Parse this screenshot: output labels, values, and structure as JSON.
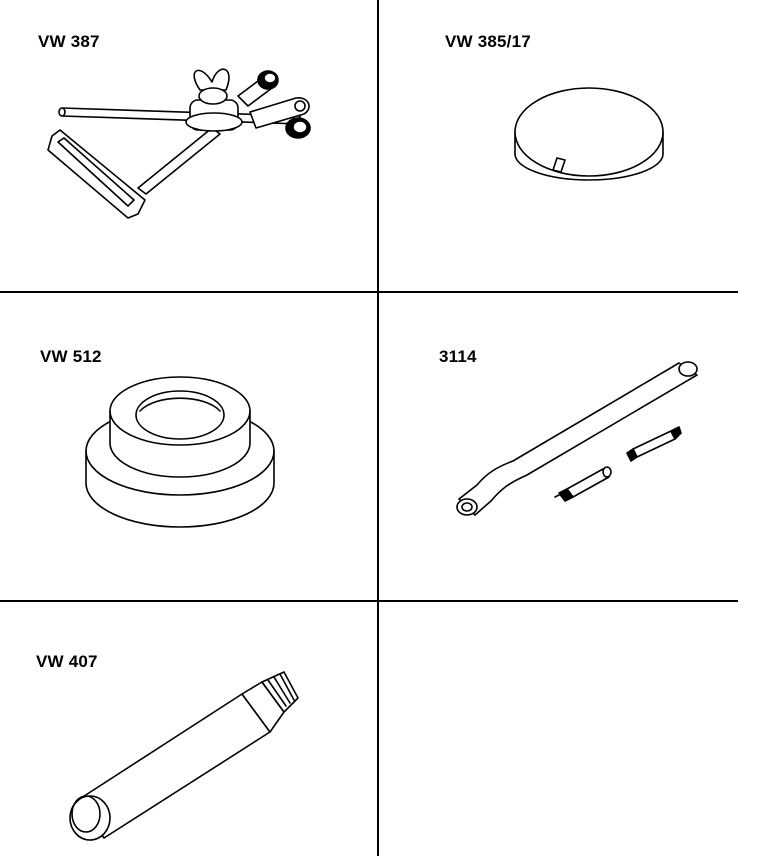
{
  "tools": [
    {
      "id": "vw387",
      "label": "VW 387"
    },
    {
      "id": "vw385_17",
      "label": "VW 385/17"
    },
    {
      "id": "vw512",
      "label": "VW 512"
    },
    {
      "id": "t3114",
      "label": "3114"
    },
    {
      "id": "vw407",
      "label": "VW 407"
    }
  ]
}
